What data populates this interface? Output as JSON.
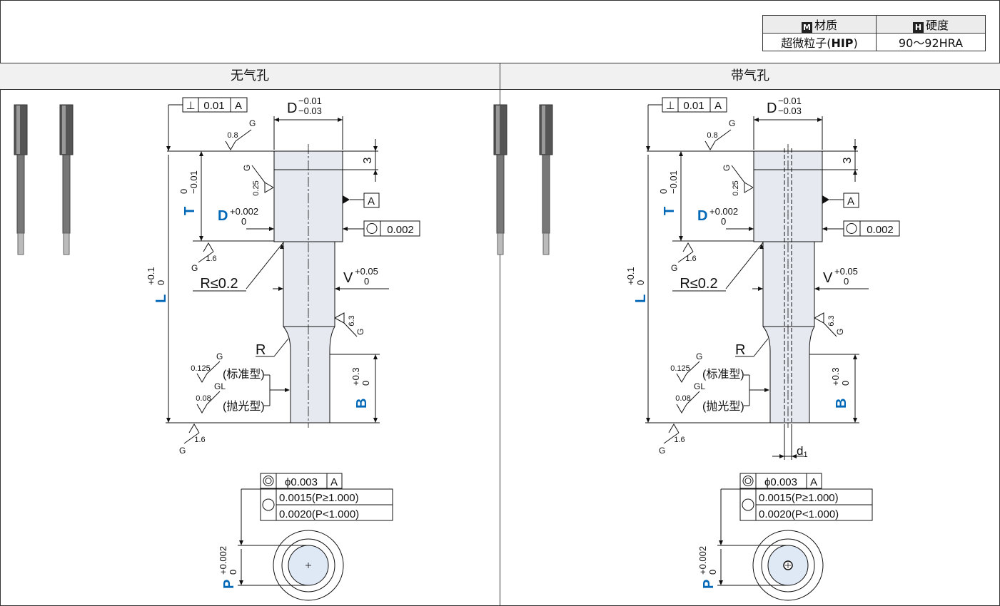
{
  "spec_table": {
    "material_icon": "M",
    "material_header": "材质",
    "hardness_icon": "H",
    "hardness_header": "硬度",
    "material_value_pre": "超微粒子(",
    "material_value_bold": "HIP",
    "material_value_post": ")",
    "hardness_value": "90～92HRA"
  },
  "sections": [
    {
      "title": "无气孔",
      "has_hole": false
    },
    {
      "title": "带气孔",
      "has_hole": true
    }
  ],
  "labels": {
    "perp_symbol": "⊥",
    "perp_tol": "0.01",
    "datum": "A",
    "D_label": "D",
    "D_upper": "−0.01",
    "D_lower": "−0.03",
    "dim_3": "3",
    "T_label": "T",
    "T_upper": "0",
    "T_lower": "−0.01",
    "D2_label": "D",
    "D2_upper": "+0.002",
    "D2_lower": "0",
    "roundness_tol": "0.002",
    "R_le": "R≤0.2",
    "V_label": "V",
    "V_upper": "+0.05",
    "V_lower": "0",
    "L_label": "L",
    "L_upper": "+0.1",
    "L_lower": "0",
    "R_label": "R",
    "B_label": "B",
    "B_upper": "+0.3",
    "B_lower": "0",
    "P_label": "P",
    "P_upper": "+0.002",
    "P_lower": "0",
    "rough_08": "0.8",
    "rough_025": "0.25",
    "rough_16": "1.6",
    "rough_63": "6.3",
    "rough_0125": "0.125",
    "rough_008": "0.08",
    "G": "G",
    "GL": "GL",
    "standard_type": "(标准型)",
    "polished_type": "(抛光型)",
    "concentric_tol": "ϕ0.003",
    "round_tol_1": "0.0015(P≥1.000)",
    "round_tol_2": "0.0020(P<1.000)",
    "d1_label": "d",
    "d1_sub": "1"
  },
  "colors": {
    "blue_dim": "#0068b7",
    "part_fill": "#e6e9ef",
    "part_fill_light": "#dfe9f5"
  }
}
